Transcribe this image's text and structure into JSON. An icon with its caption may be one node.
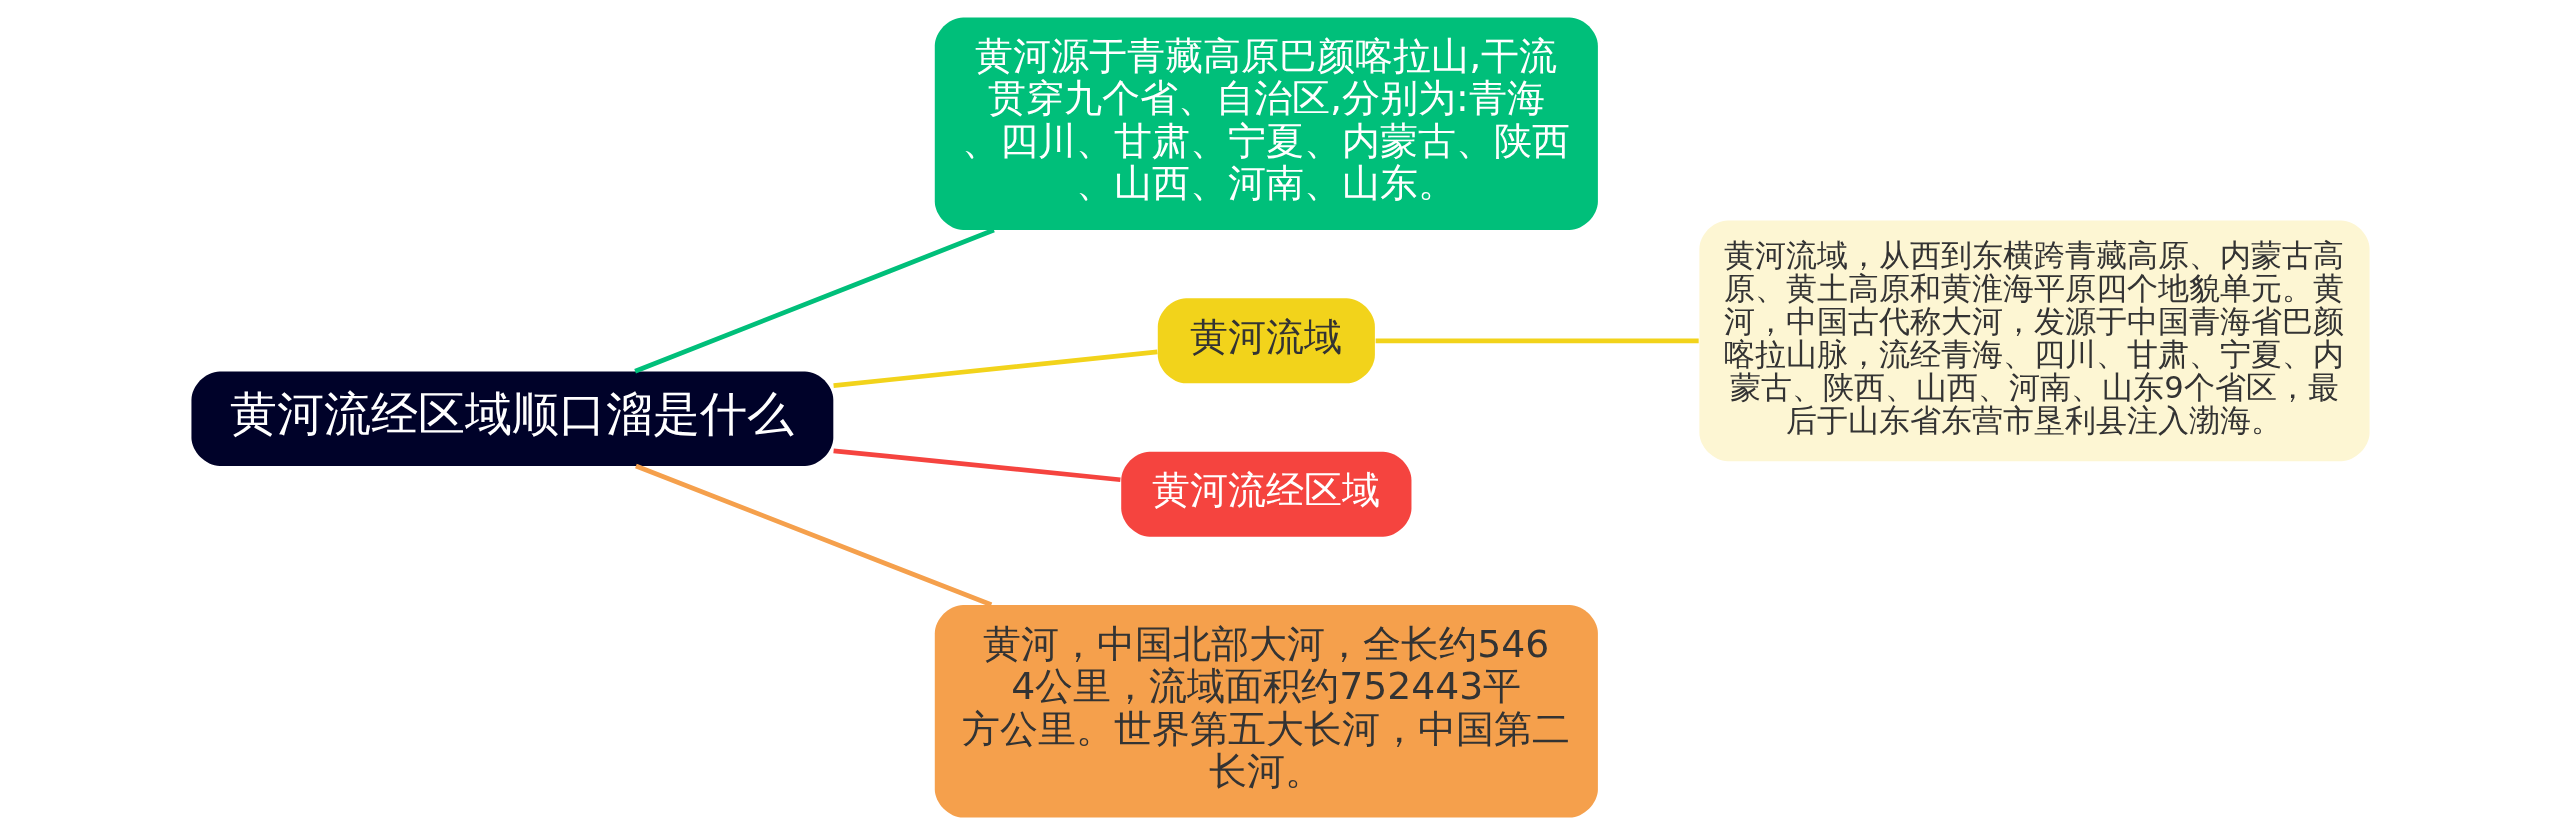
{
  "diagram": {
    "nodes": [
      {
        "text": [
          "黄河流经区域顺口溜是什么"
        ]
      },
      {
        "text": [
          "黄河源于青藏高原巴颜喀拉山,干流贯穿九个省、自治区,分别为:青海、四川、甘肃、宁夏、内蒙古、陕西、山西、河南、山东。"
        ]
      },
      {
        "text": [
          "黄河流域"
        ]
      },
      {
        "text": [
          "黄河流域，从西到东横跨青藏高原、内蒙古高原、黄土高原和黄淮海平原四个地貌单元。黄河，中国古代称大河，发源于中国青海省巴颜喀拉山脉，流经青海、四川、甘肃、宁夏、内蒙古、陕西、山西、河南、山东9个省区，最后于山东省东营市垦利县注入渤海。"
        ]
      },
      {
        "text": [
          "黄河流经区域"
        ]
      },
      {
        "text": [
          "黄河，中国北部大河，全长约5464公里，流域面积约752443平方公里。世界第五大长河，中国第二长河。"
        ]
      }
    ],
    "edges": [
      {
        "from": 0,
        "to": 1,
        "arrow": "none",
        "color": "#00bf7a"
      },
      {
        "from": 0,
        "to": 2,
        "arrow": "none",
        "color": "#f2d31b"
      },
      {
        "from": 2,
        "to": 3,
        "arrow": "none",
        "color": "#f2d31b"
      },
      {
        "from": 0,
        "to": 4,
        "arrow": "none",
        "color": "#f5443f"
      },
      {
        "from": 0,
        "to": 5,
        "arrow": "none",
        "color": "#f5a04c"
      }
    ]
  }
}
